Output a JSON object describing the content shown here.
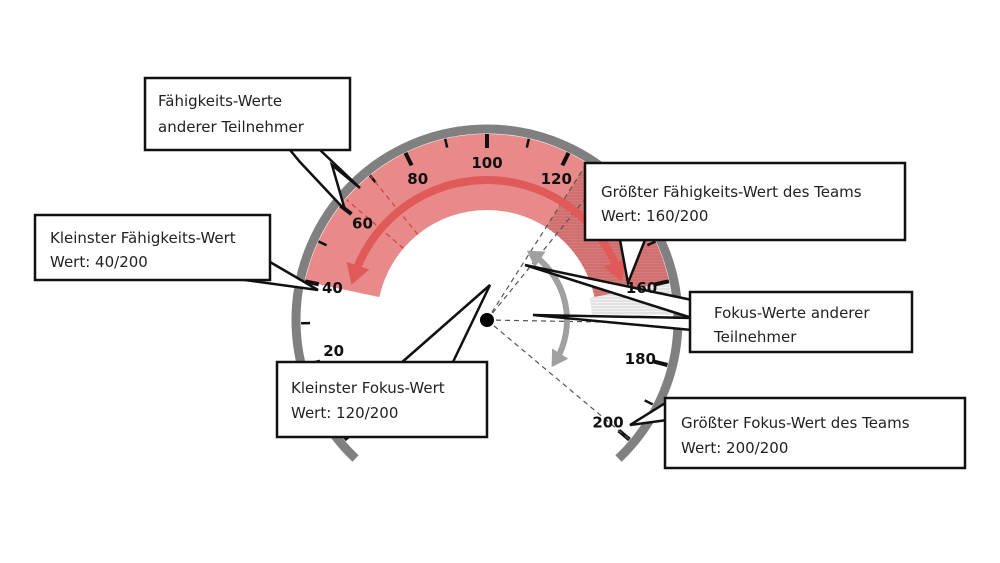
{
  "gauge": {
    "scale_min": 0,
    "scale_max": 200,
    "tick_labels": [
      "20",
      "40",
      "60",
      "80",
      "100",
      "120",
      "160",
      "180",
      "200"
    ],
    "skill_range": [
      40,
      160
    ],
    "skill_hatched_range": [
      125,
      160
    ],
    "focus_range": [
      120,
      200
    ],
    "colors": {
      "ring": "#808080",
      "skill_band": "#e88a8a",
      "skill_arrow": "#e05a5a",
      "focus_arrow": "#a0a0a0"
    }
  },
  "callouts": {
    "skill_others": {
      "line1": "Fähigkeits-Werte",
      "line2": "anderer Teilnehmer"
    },
    "skill_min": {
      "line1": "Kleinster Fähigkeits-Wert",
      "line2": "Wert: 40/200"
    },
    "skill_max": {
      "line1": "Größter Fähigkeits-Wert des Teams",
      "line2": "Wert: 160/200"
    },
    "focus_others": {
      "line1": "Fokus-Werte anderer",
      "line2": "Teilnehmer"
    },
    "focus_min": {
      "line1": "Kleinster Fokus-Wert",
      "line2": "Wert: 120/200"
    },
    "focus_max": {
      "line1": "Größter Fokus-Wert des  Teams",
      "line2": "Wert: 200/200"
    }
  }
}
